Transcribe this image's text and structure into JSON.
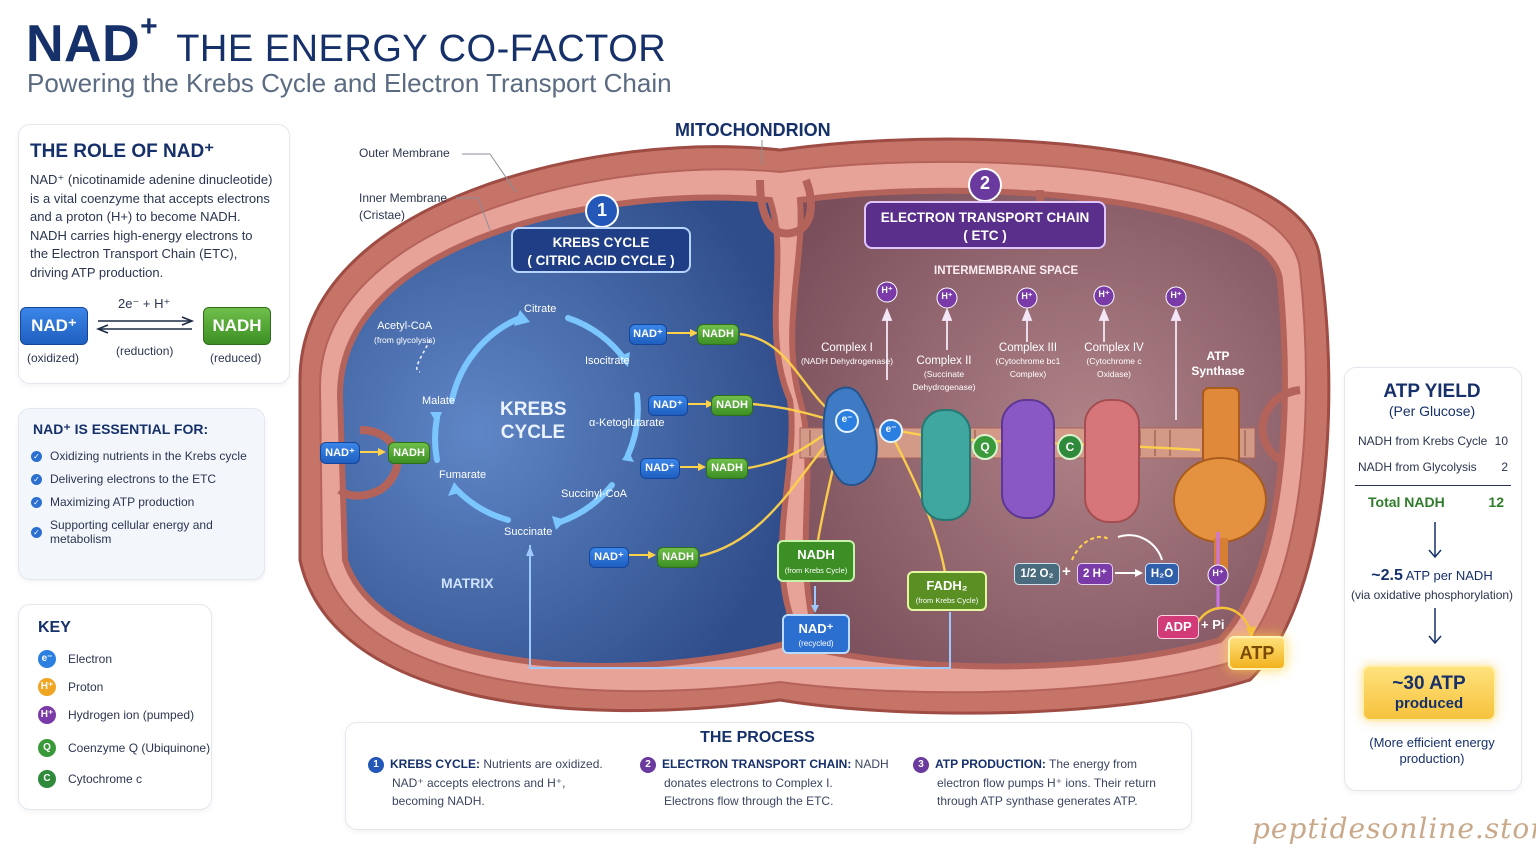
{
  "header": {
    "title_main": "NAD",
    "title_sup": "+",
    "title_rest": "THE ENERGY CO-FACTOR",
    "subtitle": "Powering the Krebs Cycle and Electron Transport Chain"
  },
  "role": {
    "title": "THE ROLE OF NAD⁺",
    "lines": [
      "NAD⁺ (nicotinamide adenine dinucleotide)",
      "is a vital coenzyme that accepts electrons",
      "and a proton (H+) to become NADH.",
      "NADH carries high-energy electrons to",
      "the Electron Transport Chain (ETC),",
      "driving ATP production."
    ],
    "reaction": {
      "left": "NAD⁺",
      "right": "NADH",
      "above": "2e⁻ + H⁺",
      "below": "(reduction)",
      "left_caption": "(oxidized)",
      "right_caption": "(reduced)"
    }
  },
  "essential": {
    "title": "NAD⁺ IS ESSENTIAL FOR:",
    "items": [
      "Oxidizing nutrients in the Krebs cycle",
      "Delivering electrons to the ETC",
      "Maximizing ATP production",
      "Supporting cellular energy and metabolism"
    ]
  },
  "key": {
    "title": "KEY",
    "items": [
      {
        "badge": "e⁻",
        "label": "Electron",
        "color": "#2b7fe0"
      },
      {
        "badge": "H⁺",
        "label": "Proton",
        "color": "#f0a623"
      },
      {
        "badge": "H⁺",
        "label": "Hydrogen ion (pumped)",
        "color": "#7a3aa8"
      },
      {
        "badge": "Q",
        "label": "Coenzyme Q (Ubiquinone)",
        "color": "#3a9a3a"
      },
      {
        "badge": "C",
        "label": "Cytochrome c",
        "color": "#2f8a3c"
      }
    ]
  },
  "diagram": {
    "mito_title": "MITOCHONDRION",
    "outer_membrane": "Outer Membrane",
    "inner_membrane": "Inner Membrane",
    "cristae": "(Cristae)",
    "krebs_num": "1",
    "krebs_title_1": "KREBS CYCLE",
    "krebs_title_2": "( CITRIC ACID CYCLE )",
    "etc_num": "2",
    "etc_title_1": "ELECTRON TRANSPORT CHAIN",
    "etc_title_2": "( ETC )",
    "intermembrane": "INTERMEMBRANE SPACE",
    "matrix": "MATRIX",
    "cycle_center_1": "KREBS",
    "cycle_center_2": "CYCLE",
    "acetyl": "Acetyl-CoA",
    "acetyl_sub": "(from glycolysis)",
    "metabolites": [
      "Citrate",
      "Isocitrate",
      "α-Ketoglutarate",
      "Succinyl-CoA",
      "Succinate",
      "Fumarate",
      "Malate"
    ],
    "nad": "NAD⁺",
    "nadh": "NADH",
    "complexes": [
      {
        "name": "Complex I",
        "sub": "(NADH Dehydrogenase)"
      },
      {
        "name": "Complex II",
        "sub": "(Succinate Dehydrogenase)"
      },
      {
        "name": "Complex III",
        "sub": "(Cytochrome bc1 Complex)"
      },
      {
        "name": "Complex IV",
        "sub": "(Cytochrome c Oxidase)"
      }
    ],
    "atp_synthase_1": "ATP",
    "atp_synthase_2": "Synthase",
    "electron": "e⁻",
    "proton": "H⁺",
    "q": "Q",
    "c": "C",
    "nadh_box": "NADH",
    "nadh_box_sub": "(from Krebs Cycle)",
    "fadh_box": "FADH₂",
    "fadh_box_sub": "(from Krebs Cycle)",
    "nad_recycled": "NAD⁺",
    "nad_recycled_sub": "(recycled)",
    "o2": "1/2 O₂",
    "plus": "+",
    "h2": "2 H⁺",
    "h2o": "H₂O",
    "adp": "ADP",
    "pi": "+ Pi",
    "atp": "ATP"
  },
  "yield": {
    "title": "ATP YIELD",
    "subtitle": "(Per Glucose)",
    "rows": [
      {
        "label": "NADH from Krebs Cycle",
        "value": "10"
      },
      {
        "label": "NADH from Glycolysis",
        "value": "2"
      }
    ],
    "total_label": "Total NADH",
    "total_value": "12",
    "per_nadh_big": "~2.5",
    "per_nadh_rest": "ATP per NADH",
    "per_nadh_sub": "(via oxidative phosphorylation)",
    "result_1": "~30 ATP",
    "result_2": "produced",
    "note_1": "(More efficient energy",
    "note_2": "production)"
  },
  "process": {
    "title": "THE PROCESS",
    "cols": [
      {
        "num": "1",
        "head": "KREBS CYCLE:",
        "text_1": " Nutrients are oxidized.",
        "text_2": "NAD⁺ accepts electrons and H⁺,",
        "text_3": "becoming NADH."
      },
      {
        "num": "2",
        "head": "ELECTRON TRANSPORT CHAIN:",
        "text_1": " NADH",
        "text_2": "donates electrons to Complex I.",
        "text_3": "Electrons flow through the ETC."
      },
      {
        "num": "3",
        "head": "ATP PRODUCTION:",
        "text_1": " The energy from",
        "text_2": "electron flow pumps H⁺ ions. Their return",
        "text_3": "through ATP synthase generates ATP."
      }
    ]
  },
  "watermark": "peptidesonline.store",
  "colors": {
    "navy": "#16306a",
    "nad_blue": "#2b6fd1",
    "nadh_green": "#4aa22f",
    "membrane": "#c7756a",
    "matrix_blue": "#3c5f9e",
    "atp_gold": "#f5c23a"
  }
}
